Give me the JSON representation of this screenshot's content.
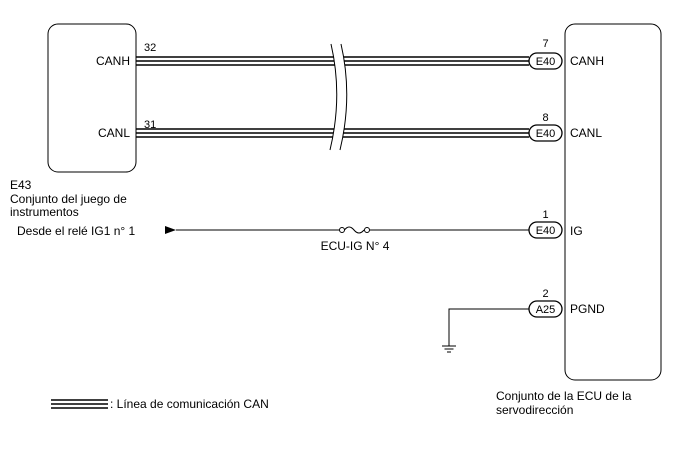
{
  "left_unit": {
    "code": "E43",
    "name_line1": "Conjunto del juego de",
    "name_line2": "instrumentos",
    "pins": [
      {
        "pin": "32",
        "signal": "CANH"
      },
      {
        "pin": "31",
        "signal": "CANL"
      }
    ]
  },
  "right_unit": {
    "name_line1": "Conjunto de la ECU de la",
    "name_line2": "servodirección",
    "pins": [
      {
        "pin": "7",
        "connector": "E40",
        "signal": "CANH"
      },
      {
        "pin": "8",
        "connector": "E40",
        "signal": "CANL"
      },
      {
        "pin": "1",
        "connector": "E40",
        "signal": "IG"
      },
      {
        "pin": "2",
        "connector": "A25",
        "signal": "PGND"
      }
    ]
  },
  "ig_source": "Desde el relé IG1 n° 1",
  "fuse_label": "ECU-IG N° 4",
  "legend_text": ": Línea de comunicación CAN"
}
